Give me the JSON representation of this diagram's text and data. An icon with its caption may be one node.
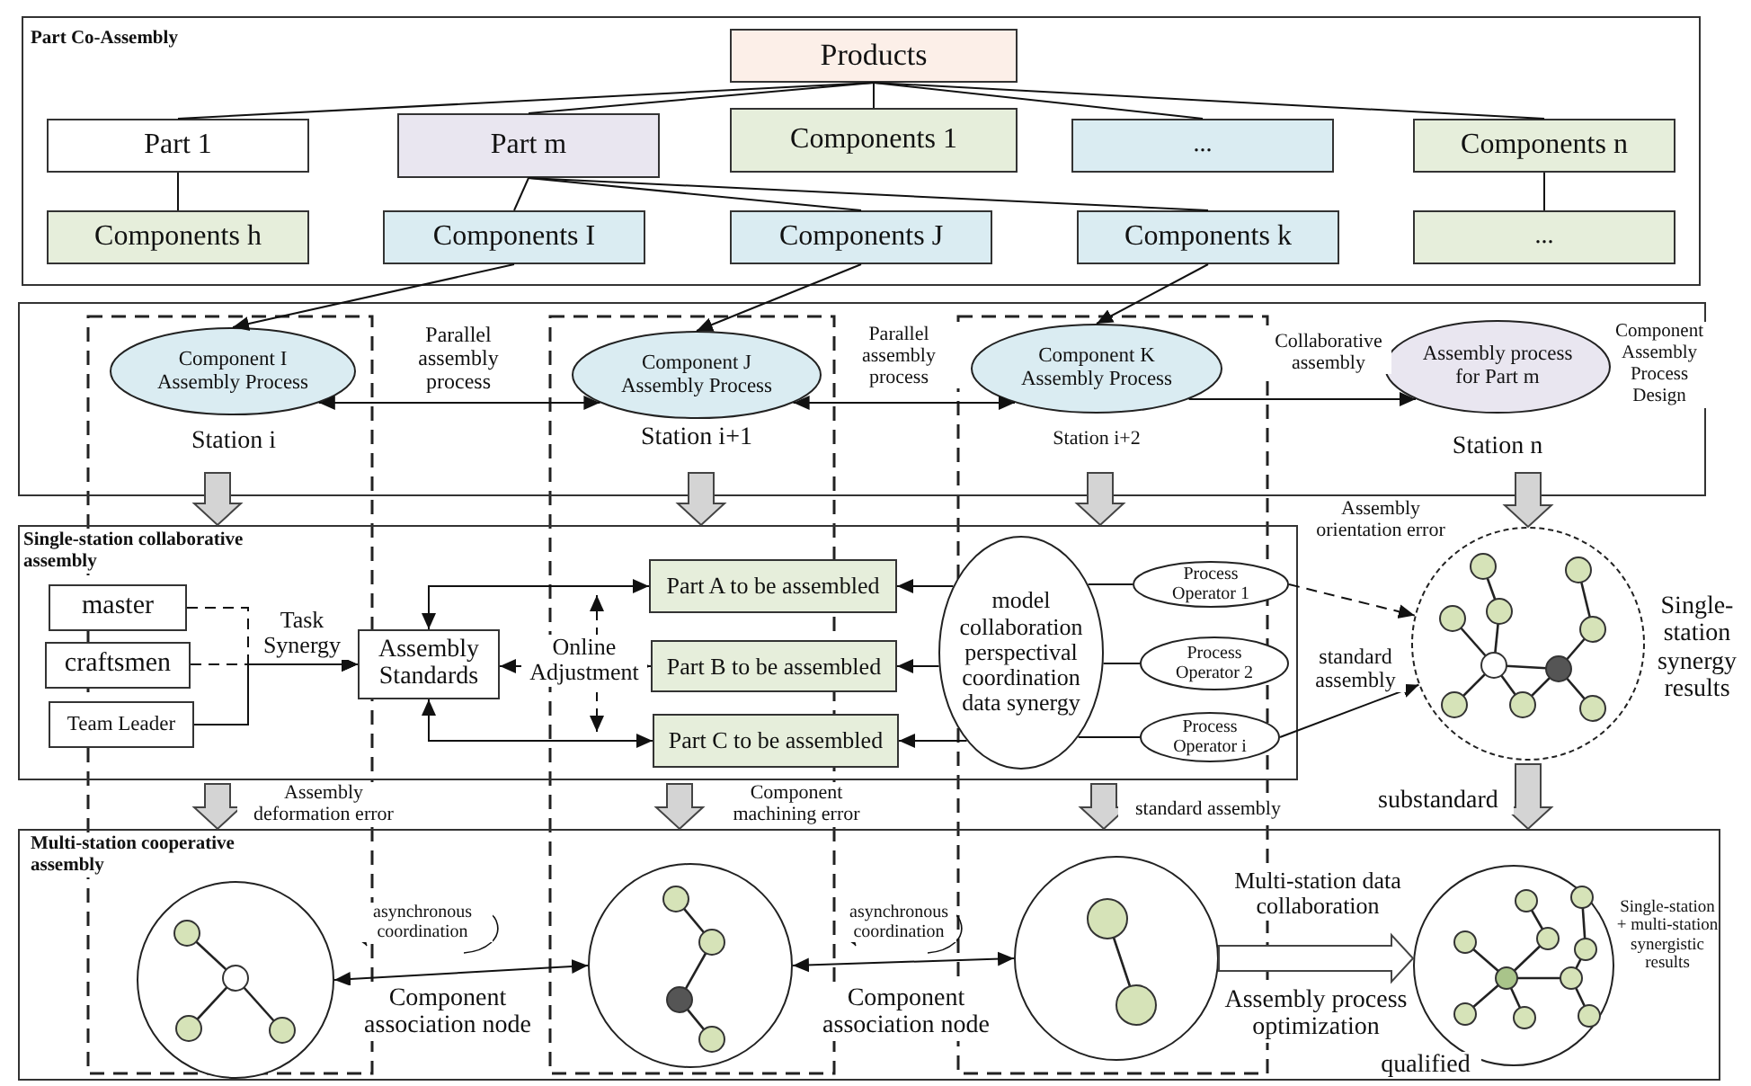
{
  "diagram": {
    "nodes": [
      {
        "text": [
          "Part Co-Assembly"
        ]
      },
      {
        "text": [
          "Products"
        ],
        "in": 0
      },
      {
        "text": [
          "Part 1"
        ],
        "in": 0
      },
      {
        "text": [
          "Part m"
        ],
        "in": 0
      },
      {
        "text": [
          "Components 1"
        ],
        "in": 0
      },
      {
        "text": [
          "..."
        ],
        "in": 0
      },
      {
        "text": [
          "Components n"
        ],
        "in": 0
      },
      {
        "text": [
          "Components h"
        ],
        "in": 0
      },
      {
        "text": [
          "Components I"
        ],
        "in": 0
      },
      {
        "text": [
          "Components J"
        ],
        "in": 0
      },
      {
        "text": [
          "Components k"
        ],
        "in": 0
      },
      {
        "text": [
          "..."
        ],
        "in": 0
      },
      {
        "text": [
          "Component Assembly Process Design"
        ]
      },
      {
        "text": [
          "Component I Assembly Process"
        ],
        "in": 12,
        "beside": [
          "Station i"
        ]
      },
      {
        "text": [
          "Component J Assembly Process"
        ],
        "in": 12,
        "beside": [
          "Station i+1"
        ]
      },
      {
        "text": [
          "Component K Assembly Process"
        ],
        "in": 12,
        "beside": [
          "Station i+2"
        ]
      },
      {
        "text": [
          "Assembly process for Part m"
        ],
        "in": 12,
        "beside": [
          "Station n"
        ]
      },
      {
        "text": [
          "Single-station collaborative assembly"
        ]
      },
      {
        "text": [
          "master"
        ],
        "in": 17
      },
      {
        "text": [
          "craftsmen"
        ],
        "in": 17
      },
      {
        "text": [
          "Team Leader"
        ],
        "in": 17
      },
      {
        "text": [
          "Assembly Standards"
        ],
        "in": 17
      },
      {
        "text": [
          "Part A to be assembled"
        ],
        "in": 17
      },
      {
        "text": [
          "Part B to be assembled"
        ],
        "in": 17
      },
      {
        "text": [
          "Part C to be assembled"
        ],
        "in": 17
      },
      {
        "text": [
          "model collaboration perspectival coordination data synergy"
        ],
        "in": 17
      },
      {
        "text": [
          "Process Operator 1"
        ],
        "in": 17
      },
      {
        "text": [
          "Process Operator 2"
        ],
        "in": 17
      },
      {
        "text": [
          "Process Operator i"
        ],
        "in": 17
      },
      {
        "text": [],
        "shape": "circle",
        "beside": [
          "Single-station synergy results"
        ]
      },
      {
        "text": [
          "Multi-station cooperative assembly"
        ]
      },
      {
        "text": [],
        "shape": "circle",
        "in": 30
      },
      {
        "text": [],
        "shape": "circle",
        "in": 30
      },
      {
        "text": [],
        "shape": "circle",
        "in": 30
      },
      {
        "text": [],
        "shape": "circle",
        "in": 30,
        "beside": [
          "Single-station + multi-station synergistic results"
        ]
      }
    ],
    "edges": [
      {
        "from": 1,
        "to": 2,
        "arrow": "none"
      },
      {
        "from": 1,
        "to": 3,
        "arrow": "none"
      },
      {
        "from": 1,
        "to": 4,
        "arrow": "none"
      },
      {
        "from": 1,
        "to": 5,
        "arrow": "none"
      },
      {
        "from": 1,
        "to": 6,
        "arrow": "none"
      },
      {
        "from": 2,
        "to": 7,
        "arrow": "none"
      },
      {
        "from": 3,
        "to": 8,
        "arrow": "none"
      },
      {
        "from": 3,
        "to": 9,
        "arrow": "none"
      },
      {
        "from": 3,
        "to": 10,
        "arrow": "none"
      },
      {
        "from": 6,
        "to": 11,
        "arrow": "none"
      },
      {
        "from": 8,
        "to": 13,
        "arrow": "to"
      },
      {
        "from": 9,
        "to": 14,
        "arrow": "to"
      },
      {
        "from": 10,
        "to": 15,
        "arrow": "to"
      },
      {
        "from": 13,
        "to": 14,
        "arrow": "both",
        "label": "Parallel assembly process"
      },
      {
        "from": 14,
        "to": 15,
        "arrow": "both",
        "label": "Parallel assembly process"
      },
      {
        "from": 15,
        "to": 16,
        "arrow": "to",
        "label": "Collaborative assembly"
      },
      {
        "from": 12,
        "to": 17,
        "arrow": "to",
        "style": "thick"
      },
      {
        "from": 12,
        "to": 17,
        "arrow": "to",
        "style": "thick"
      },
      {
        "from": 12,
        "to": 17,
        "arrow": "to",
        "style": "thick"
      },
      {
        "from": 12,
        "to": 29,
        "arrow": "to",
        "style": "thick"
      },
      {
        "from": 18,
        "to": 21,
        "arrow": "to",
        "style": "dashed"
      },
      {
        "from": 19,
        "to": 21,
        "arrow": "to",
        "style": "dashed",
        "label": "Task Synergy"
      },
      {
        "from": 20,
        "to": 21,
        "arrow": "to"
      },
      {
        "from": 21,
        "to": 22,
        "arrow": "both"
      },
      {
        "from": 21,
        "to": 23,
        "arrow": "both"
      },
      {
        "from": 21,
        "to": 24,
        "arrow": "both"
      },
      {
        "from": 25,
        "to": 22,
        "arrow": "to"
      },
      {
        "from": 25,
        "to": 23,
        "arrow": "to"
      },
      {
        "from": 25,
        "to": 24,
        "arrow": "to"
      },
      {
        "from": 25,
        "to": 26,
        "arrow": "none"
      },
      {
        "from": 25,
        "to": 27,
        "arrow": "none"
      },
      {
        "from": 25,
        "to": 28,
        "arrow": "none"
      },
      {
        "from": 26,
        "to": 29,
        "arrow": "to",
        "style": "dashed",
        "label": "Assembly orientation error"
      },
      {
        "from": 28,
        "to": 29,
        "arrow": "to",
        "label": "standard assembly"
      },
      {
        "from": 17,
        "to": 30,
        "arrow": "to",
        "style": "thick",
        "label": "Assembly deformation error"
      },
      {
        "from": 17,
        "to": 30,
        "arrow": "to",
        "style": "thick",
        "label": "Component machining error"
      },
      {
        "from": 17,
        "to": 30,
        "arrow": "to",
        "style": "thick",
        "label": "standard assembly"
      },
      {
        "from": 29,
        "to": 30,
        "arrow": "to",
        "style": "thick",
        "label": "substandard"
      },
      {
        "from": 31,
        "to": 32,
        "arrow": "both",
        "label": "Component association node"
      },
      {
        "from": 32,
        "to": 33,
        "arrow": "both",
        "label": "Component association node"
      },
      {
        "from": 33,
        "to": 34,
        "arrow": "to",
        "style": "thick",
        "label": "Multi-station data collaboration"
      }
    ],
    "labels": [
      "Online Adjustment",
      "asynchronous coordination",
      "asynchronous coordination",
      "Assembly process optimization",
      "qualified"
    ]
  }
}
